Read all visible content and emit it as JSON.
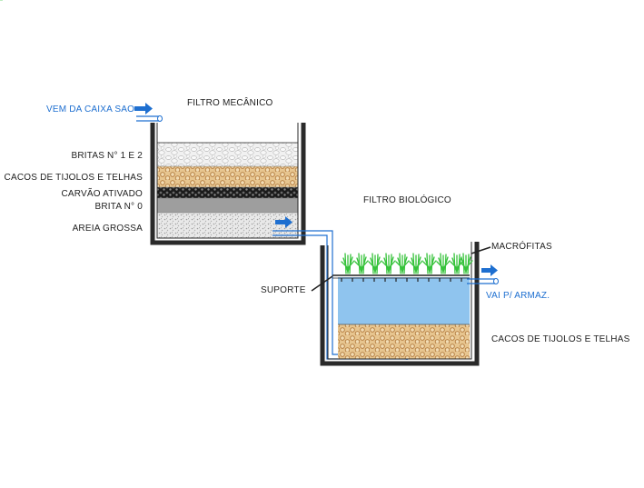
{
  "titles": {
    "mechanical_filter": "FILTRO MECÂNICO",
    "biological_filter": "FILTRO BIOLÓGICO"
  },
  "labels": {
    "inlet": "VEM DA CAIXA SAO",
    "gravel_1_2": "BRITAS N° 1 E 2",
    "brick_tile_shards_top": "CACOS DE TIJOLOS E TELHAS",
    "activated_carbon": "CARVÃO ATIVADO",
    "gravel_0": "BRITA N° 0",
    "coarse_sand": "AREIA GROSSA",
    "macrophytes": "MACRÓFITAS",
    "support": "SUPORTE",
    "outlet": "VAI P/ ARMAZ.",
    "brick_tile_shards_bottom": "CACOS DE TIJOLOS E TELHAS"
  },
  "colors": {
    "water_pipe": "#1e6fd0",
    "water_fill": "#8fc4ee",
    "tank_wall": "#2a2a2a",
    "brick_fill": "#e7c58f",
    "plant": "#35c23a"
  }
}
